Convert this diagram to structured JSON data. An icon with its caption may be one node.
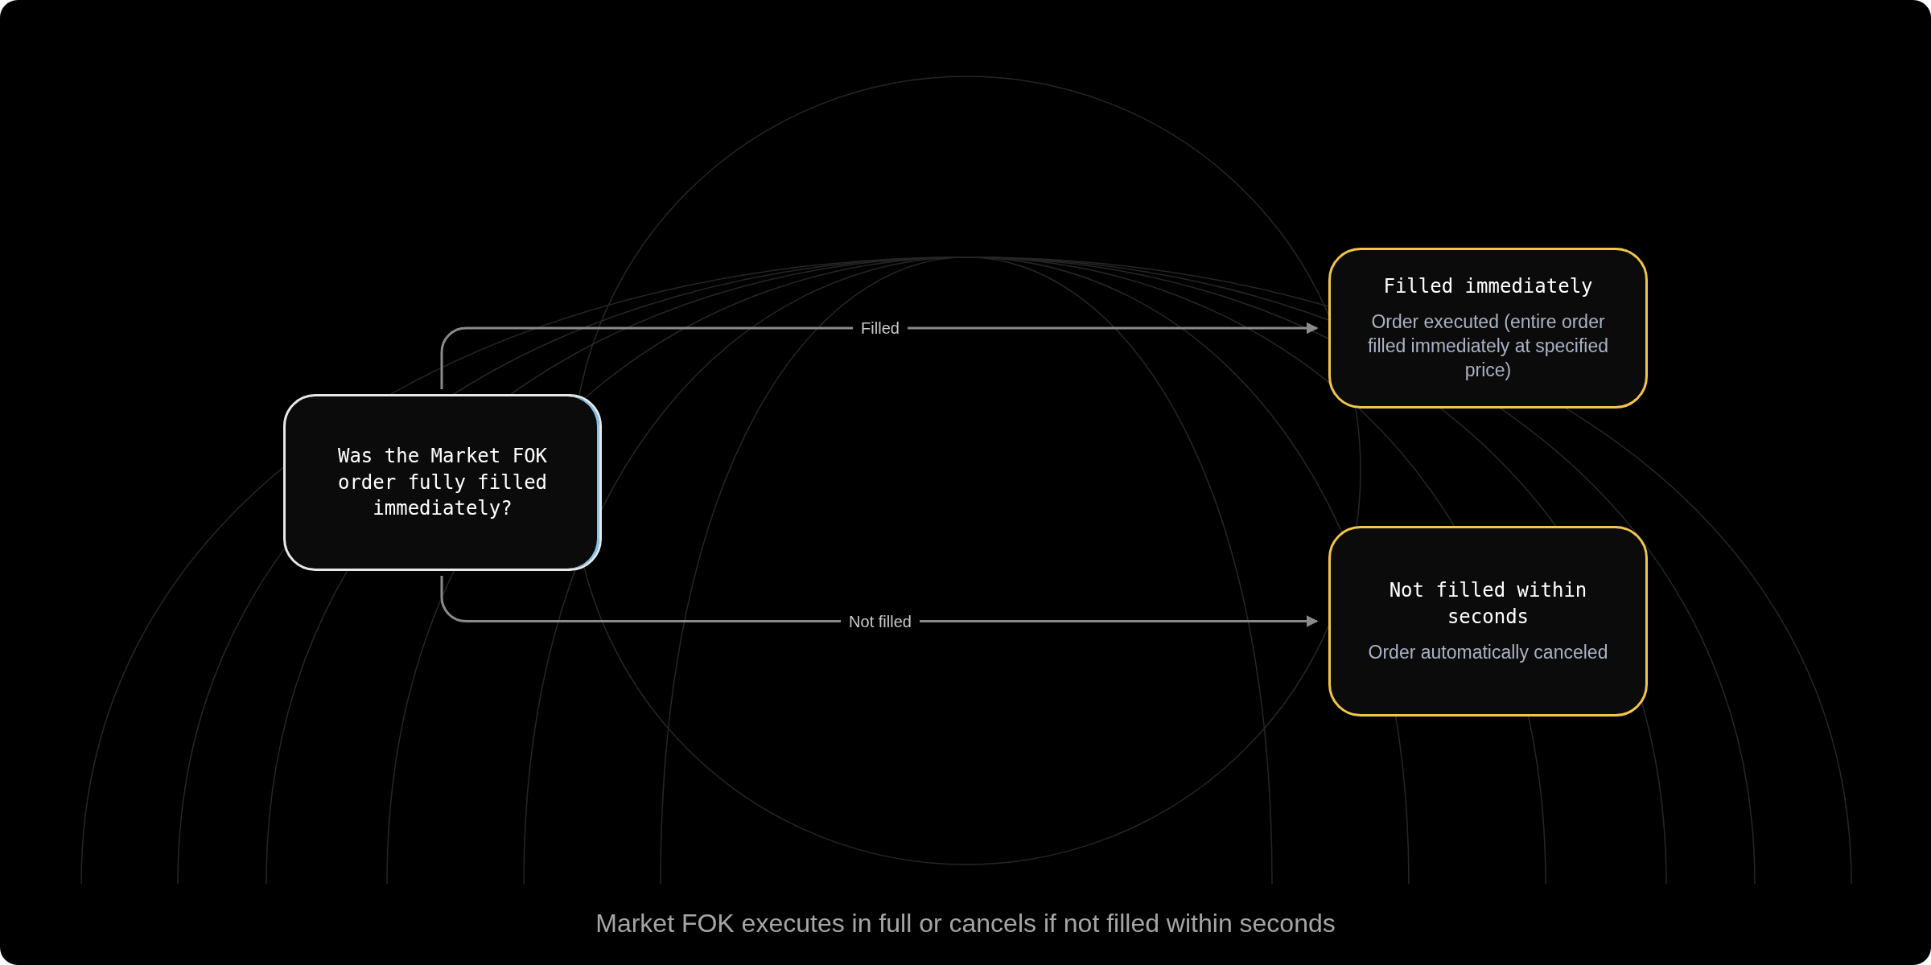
{
  "diagram": {
    "caption": "Market FOK executes in full or cancels if not filled within seconds",
    "nodes": [
      {
        "text": [
          "Was the Market FOK order fully filled immediately?"
        ]
      },
      {
        "text": [
          "Filled immediately",
          "Order executed (entire order filled immediately at specified price)"
        ]
      },
      {
        "text": [
          "Not filled within seconds",
          "Order automatically canceled"
        ]
      }
    ],
    "edges": [
      {
        "from": 0,
        "to": 1,
        "arrow": "to",
        "label": "Filled"
      },
      {
        "from": 0,
        "to": 2,
        "arrow": "to",
        "label": "Not filled"
      }
    ]
  }
}
